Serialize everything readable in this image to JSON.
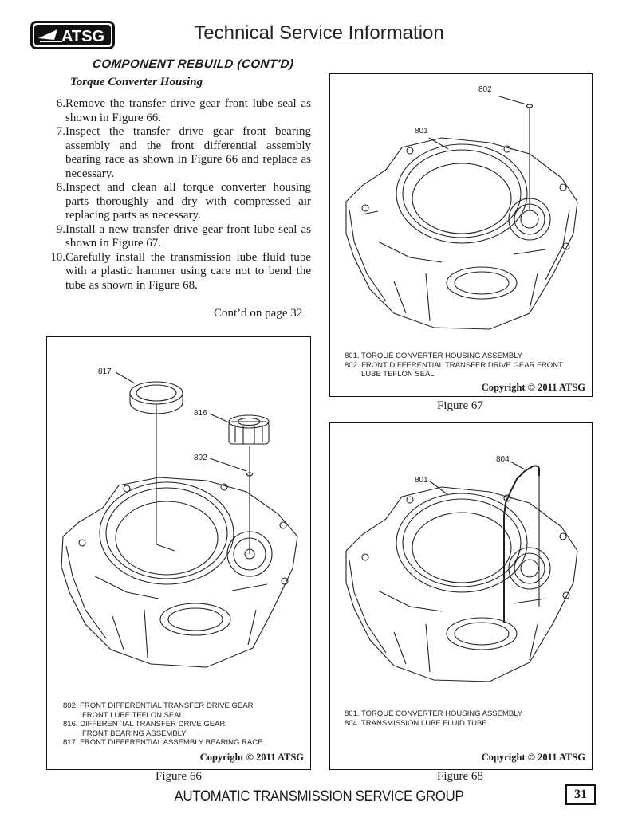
{
  "header": {
    "logo_text": "ATSG",
    "title": "Technical Service Information"
  },
  "section_heading": "COMPONENT REBUILD (CONT'D)",
  "subsection_heading": "Torque Converter Housing",
  "steps": [
    {
      "number": "6.",
      "text": "Remove the transfer drive gear front lube seal as shown in Figure 66."
    },
    {
      "number": "7.",
      "text": "Inspect the transfer drive gear front bearing assembly and the front differential assembly bearing race as shown in Figure 66 and replace as necessary."
    },
    {
      "number": "8.",
      "text": "Inspect and clean all torque converter housing parts thoroughly and dry with compressed air replacing parts as necessary."
    },
    {
      "number": "9.",
      "text": "Install a new transfer drive gear front lube seal as shown in Figure 67."
    },
    {
      "number": "10.",
      "text": "Carefully install the transmission lube fluid tube with a plastic hammer using care not to bend the tube as shown in Figure 68."
    }
  ],
  "continued_note": "Cont’d on page 32",
  "figure67": {
    "callouts": [
      "802",
      "801"
    ],
    "legend": [
      "801. TORQUE CONVERTER HOUSING ASSEMBLY",
      "802. FRONT DIFFERENTIAL TRANSFER DRIVE GEAR FRONT",
      "       LUBE TEFLON SEAL"
    ],
    "copyright": "Copyright © 2011 ATSG",
    "caption": "Figure 67"
  },
  "figure66": {
    "callouts": [
      "817",
      "816",
      "802"
    ],
    "legend": [
      "802. FRONT DIFFERENTIAL TRANSFER DRIVE GEAR",
      "       FRONT LUBE TEFLON SEAL",
      "816. DIFFERENTIAL TRANSFER DRIVE GEAR",
      "       FRONT BEARING ASSEMBLY",
      "817. FRONT DIFFERENTIAL ASSEMBLY BEARING RACE"
    ],
    "copyright": "Copyright © 2011 ATSG",
    "caption": "Figure 66"
  },
  "figure68": {
    "callouts": [
      "804",
      "801"
    ],
    "legend": [
      "801. TORQUE CONVERTER HOUSING ASSEMBLY",
      "804. TRANSMISSION LUBE FLUID TUBE"
    ],
    "copyright": "Copyright © 2011 ATSG",
    "caption": "Figure 68"
  },
  "footer": {
    "title": "AUTOMATIC TRANSMISSION SERVICE GROUP",
    "page_number": "31"
  }
}
